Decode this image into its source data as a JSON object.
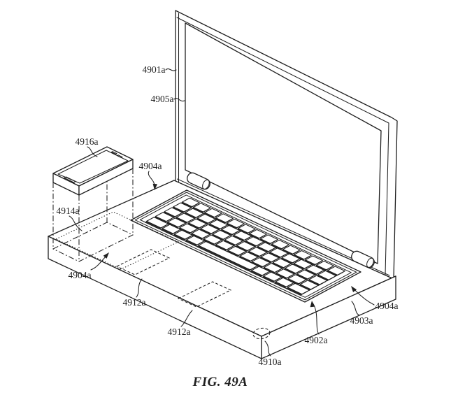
{
  "figure_caption": "FIG. 49A",
  "labels": {
    "l4901a": "4901a",
    "l4905a": "4905a",
    "l4916a": "4916a",
    "l4914a": "4914a",
    "l4904a_top": "4904a",
    "l4904a_left": "4904a",
    "l4904a_right": "4904a",
    "l4912a_1": "4912a",
    "l4912a_2": "4912a",
    "l4910a": "4910a",
    "l4902a": "4902a",
    "l4903a": "4903a"
  },
  "colors": {
    "line": "#1f1f1f",
    "background": "#ffffff"
  }
}
